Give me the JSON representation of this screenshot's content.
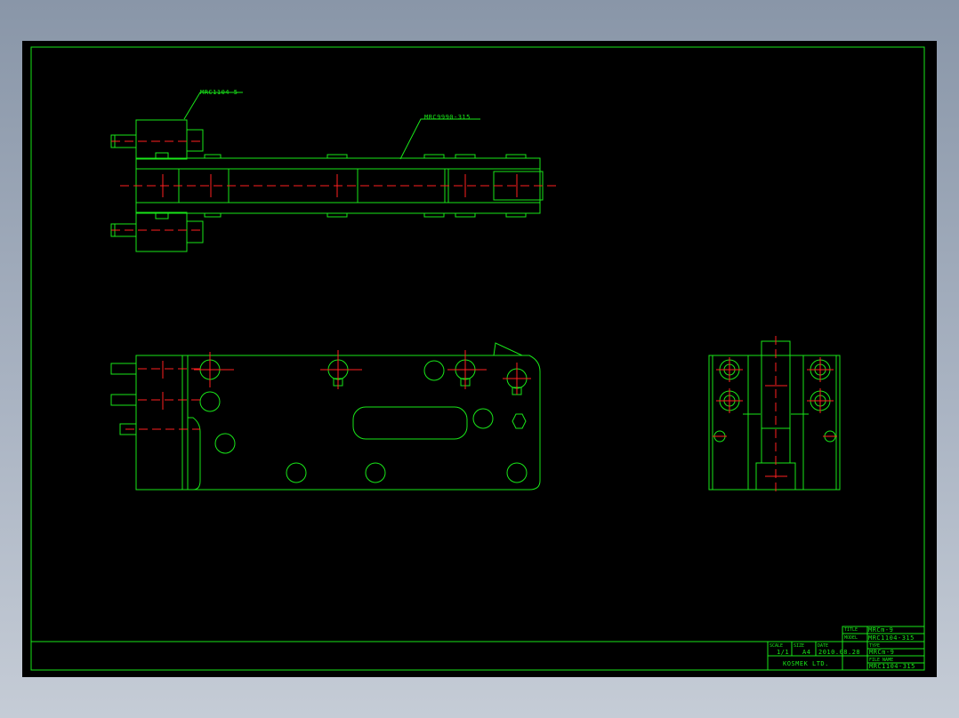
{
  "drawing": {
    "callouts": {
      "top_left": "MRC1104-5",
      "top_right": "MRC9990-315"
    },
    "title_block": {
      "title_label": "TITLE",
      "title_value": "MRCm-9",
      "model_label": "MODEL",
      "model_value": "MRC1104-315",
      "scale_label": "SCALE",
      "scale_value": "1/1",
      "size_label": "SIZE",
      "size_value": "A4",
      "date_label": "DATE",
      "date_value": "2010.08.28",
      "type_label": "TYPE",
      "type_value": "MRCm-9",
      "file_label": "FILE NAME",
      "file_value": "MRC1104-315",
      "company": "KOSMEK LTD."
    }
  },
  "colors": {
    "outline": "#19e619",
    "centerline": "#ff2020",
    "background": "#000000"
  }
}
